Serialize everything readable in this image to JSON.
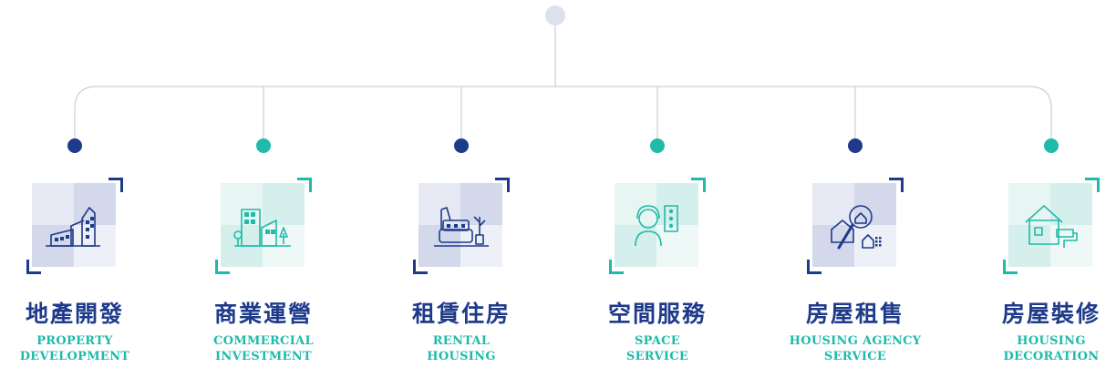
{
  "colors": {
    "navy": "#1e3a8a",
    "teal": "#1fbaa8",
    "line": "#c9cfd9",
    "root": "#dde1ec",
    "navy_tile": [
      "#e6e9f3",
      "#d3d9ea",
      "#d3d9ea",
      "#eef0f7"
    ],
    "teal_tile": [
      "#e7f5f3",
      "#d5efec",
      "#d5efec",
      "#eef8f7"
    ]
  },
  "items": [
    {
      "title": "地產開發",
      "sub": [
        "PROPERTY",
        "DEVELOPMENT"
      ],
      "accent": "navy",
      "icon": "buildings-icon"
    },
    {
      "title": "商業運營",
      "sub": [
        "COMMERCIAL",
        "INVESTMENT"
      ],
      "accent": "teal",
      "icon": "commercial-street-icon"
    },
    {
      "title": "租賃住房",
      "sub": [
        "RENTAL",
        "HOUSING"
      ],
      "accent": "navy",
      "icon": "sofa-plant-icon"
    },
    {
      "title": "空間服務",
      "sub": [
        "SPACE",
        "SERVICE"
      ],
      "accent": "teal",
      "icon": "service-agent-icon"
    },
    {
      "title": "房屋租售",
      "sub": [
        "HOUSING AGENCY",
        "SERVICE"
      ],
      "accent": "navy",
      "icon": "house-search-icon"
    },
    {
      "title": "房屋裝修",
      "sub": [
        "HOUSING",
        "DECORATION"
      ],
      "accent": "teal",
      "icon": "house-paint-icon"
    }
  ]
}
